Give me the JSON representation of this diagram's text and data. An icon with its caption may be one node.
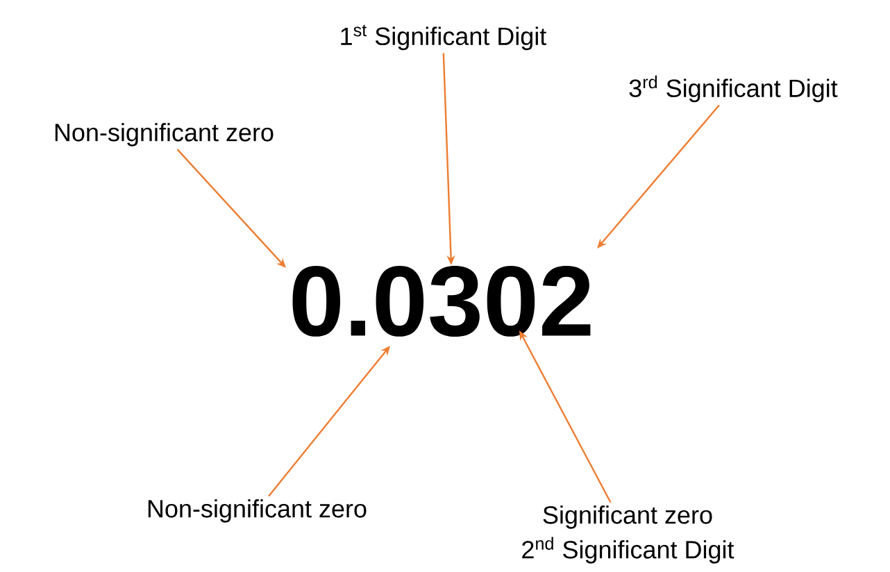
{
  "diagram": {
    "nodes": [
      {
        "text": [
          "1$^{st}$ Significant Digit"
        ]
      },
      {
        "text": [
          "3$^{rd}$ Significant Digit"
        ]
      },
      {
        "text": [
          "Non-significant zero"
        ]
      },
      {
        "text": [
          "Non-significant zero"
        ]
      },
      {
        "text": [
          "Significant zero",
          "2$^{nd}$ Significant Digit"
        ]
      },
      {
        "text": [
          "0.0302"
        ]
      }
    ],
    "edges": [
      {
        "from": 0,
        "to": 5,
        "arrow": "to"
      },
      {
        "from": 1,
        "to": 5,
        "arrow": "to"
      },
      {
        "from": 2,
        "to": 5,
        "arrow": "to"
      },
      {
        "from": 3,
        "to": 5,
        "arrow": "to"
      },
      {
        "from": 4,
        "to": 5,
        "arrow": "to"
      }
    ]
  }
}
